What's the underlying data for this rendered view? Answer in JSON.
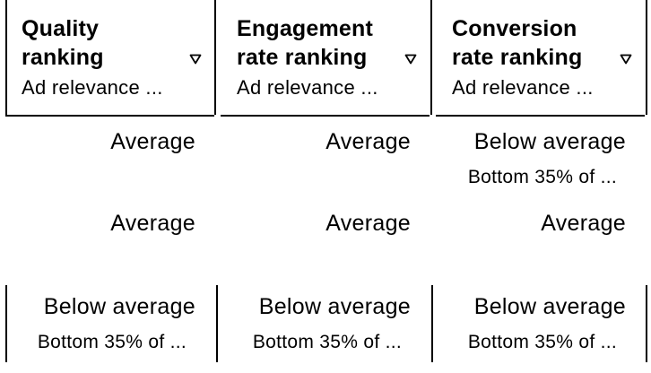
{
  "columns": [
    {
      "title": "Quality ranking",
      "subtitle": "Ad relevance ..."
    },
    {
      "title": "Engagement rate ranking",
      "subtitle": "Ad relevance ..."
    },
    {
      "title": "Conversion rate ranking",
      "subtitle": "Ad relevance ..."
    }
  ],
  "rows": [
    [
      {
        "value": "Average",
        "note": ""
      },
      {
        "value": "Average",
        "note": ""
      },
      {
        "value": "Below average",
        "note": "Bottom 35% of ..."
      }
    ],
    [
      {
        "value": "Average",
        "note": ""
      },
      {
        "value": "Average",
        "note": ""
      },
      {
        "value": "Average",
        "note": ""
      }
    ],
    [
      {
        "value": "Below average",
        "note": "Bottom 35% of ..."
      },
      {
        "value": "Below average",
        "note": "Bottom 35% of ..."
      },
      {
        "value": "Below average",
        "note": "Bottom 35% of ..."
      }
    ]
  ],
  "icons": {
    "sort": "sort-descending-triangle-icon"
  }
}
